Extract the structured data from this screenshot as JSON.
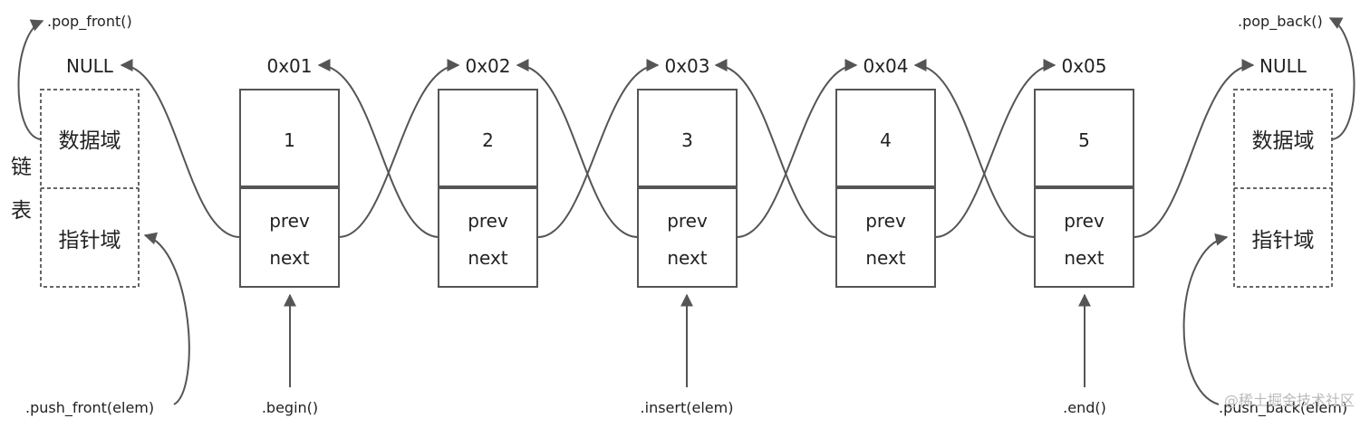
{
  "list_label": [
    "链",
    "表"
  ],
  "head_sentinel": {
    "null_label": "NULL",
    "data_field": "数据域",
    "pointer_field": "指针域"
  },
  "tail_sentinel": {
    "null_label": "NULL",
    "data_field": "数据域",
    "pointer_field": "指针域"
  },
  "nodes": [
    {
      "address": "0x01",
      "value": "1",
      "prev": "prev",
      "next": "next"
    },
    {
      "address": "0x02",
      "value": "2",
      "prev": "prev",
      "next": "next"
    },
    {
      "address": "0x03",
      "value": "3",
      "prev": "prev",
      "next": "next"
    },
    {
      "address": "0x04",
      "value": "4",
      "prev": "prev",
      "next": "next"
    },
    {
      "address": "0x05",
      "value": "5",
      "prev": "prev",
      "next": "next"
    }
  ],
  "operations": {
    "pop_front": ".pop_front()",
    "pop_back": ".pop_back()",
    "push_front": ".push_front(elem)",
    "push_back": ".push_back(elem)",
    "begin": ".begin()",
    "insert": ".insert(elem)",
    "end": ".end()"
  },
  "watermark": "@稀土掘金技术社区",
  "colors": {
    "line": "#555555",
    "text": "#222222",
    "dashed_border": "#666666"
  }
}
